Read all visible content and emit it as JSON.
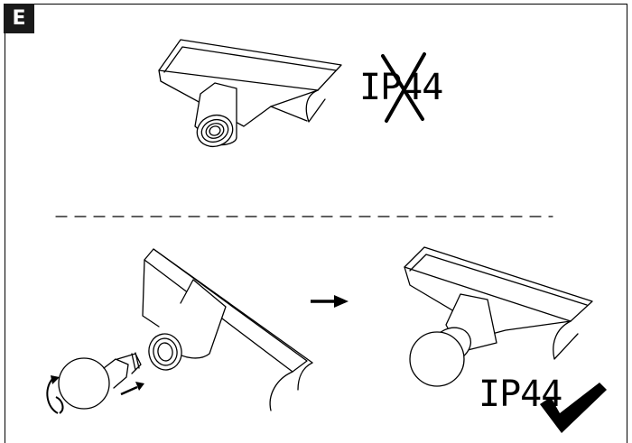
{
  "panel": {
    "label": "E"
  },
  "top": {
    "rating_text": "IP44",
    "status": "not-compliant"
  },
  "bottom": {
    "rating_text": "IP44",
    "status": "compliant"
  },
  "icons": [
    "cross-icon",
    "checkmark-icon",
    "right-arrow-icon",
    "rotate-arrow-icon"
  ]
}
